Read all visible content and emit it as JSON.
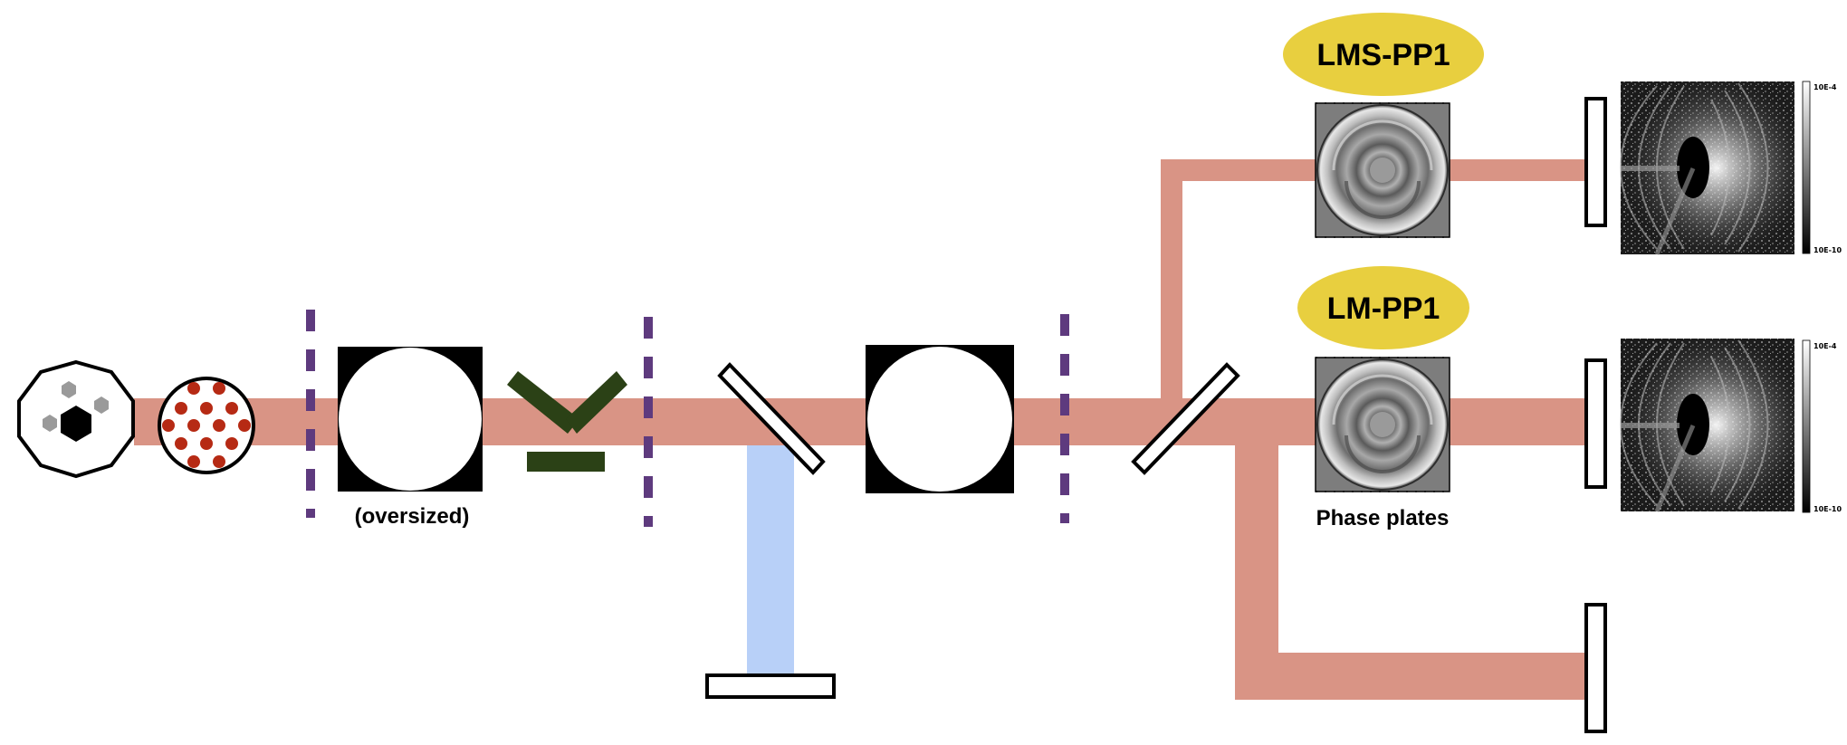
{
  "labels": {
    "pill_upper": "LMS-PP1",
    "pill_lower": "LM-PP1",
    "oversized": "(oversized)",
    "phase_plates": "Phase plates",
    "colorbar_max": "10E-4",
    "colorbar_min": "10E-10"
  },
  "colors": {
    "beam": "#d99485",
    "side_beam": "#b8d0f8",
    "stop_marks": "#5e3a7e",
    "filter": "#2b4116",
    "pill": "#e8cf3f",
    "pupil_dots": "#b62a14"
  }
}
